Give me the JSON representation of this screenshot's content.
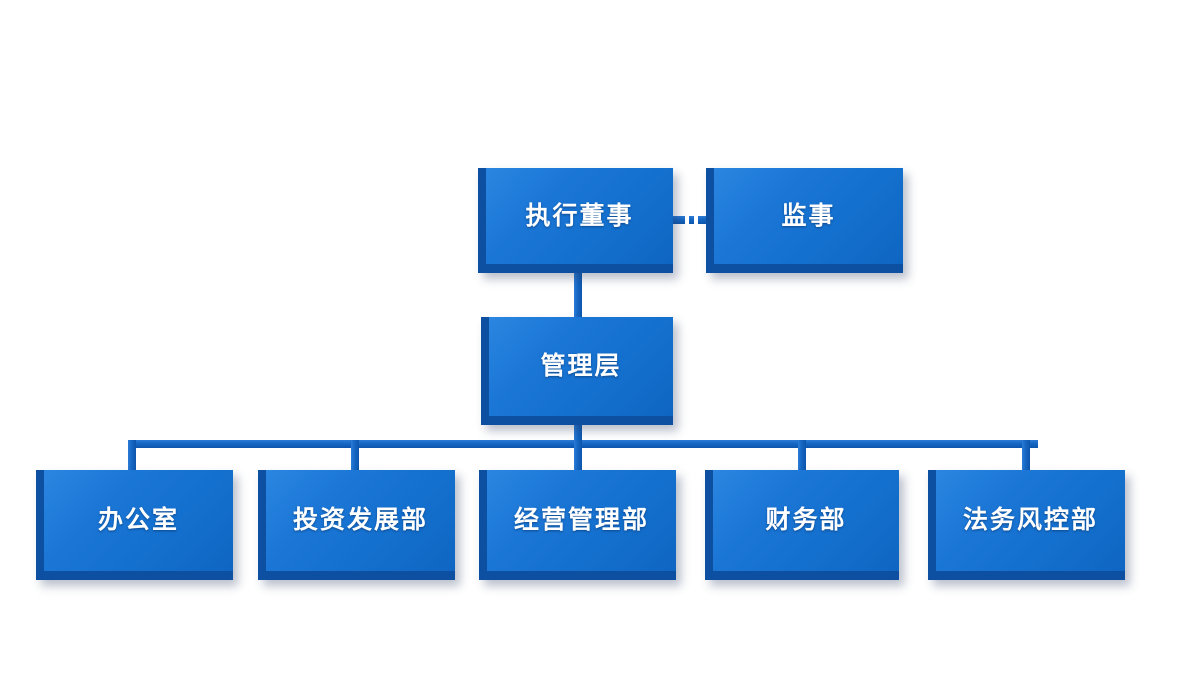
{
  "chart": {
    "type": "org-chart",
    "title": "",
    "background_color": "#FFFFFF",
    "node_fill_color": "#1A72D0",
    "node_bevel_color": "#0D4FA0",
    "connector_color": "#1567C4",
    "label_color": "#FFFFFF"
  },
  "nodes": {
    "executive_director": {
      "label": "执行董事",
      "level": 1
    },
    "supervisor": {
      "label": "监事",
      "level": 1
    },
    "management": {
      "label": "管理层",
      "level": 2
    },
    "office": {
      "label": "办公室",
      "level": 3
    },
    "investment_development": {
      "label": "投资发展部",
      "level": 3
    },
    "operations_management": {
      "label": "经营管理部",
      "level": 3
    },
    "finance": {
      "label": "财务部",
      "level": 3
    },
    "legal_risk_control": {
      "label": "法务风控部",
      "level": 3
    }
  },
  "relations": {
    "executive_director_to_supervisor": "dashed",
    "executive_director_to_management": "solid",
    "management_to_departments": "solid"
  }
}
